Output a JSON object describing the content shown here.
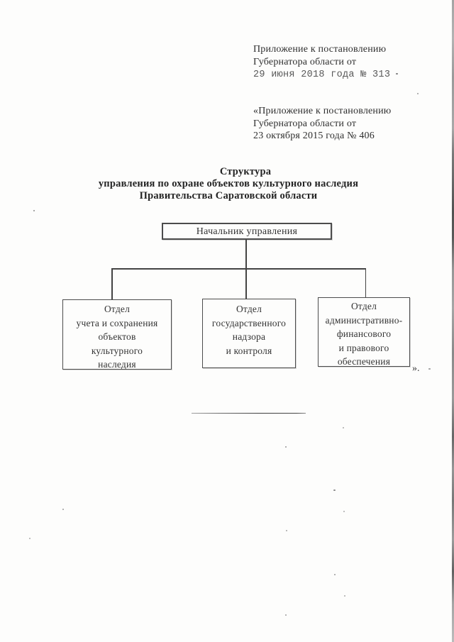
{
  "document": {
    "annotation_2018": {
      "line1": "Приложение к постановлению",
      "line2": "Губернатора области от",
      "line3": "29 июня 2018 года № 313"
    },
    "annotation_2015": {
      "line1": "«Приложение к постановлению",
      "line2": "Губернатора области от",
      "line3": "23 октября 2015 года № 406"
    },
    "title": {
      "line1": "Структура",
      "line2": "управления по охране объектов культурного наследия",
      "line3": "Правительства Саратовской области"
    },
    "closing_mark": "»."
  },
  "org_chart": {
    "root": {
      "label": "Начальник управления"
    },
    "departments": [
      {
        "name": "Отдел учета и сохранения объектов культурного наследия",
        "lines": [
          "Отдел",
          "учета и сохранения",
          "объектов",
          "культурного",
          "наследия"
        ]
      },
      {
        "name": "Отдел государственного надзора и контроля",
        "lines": [
          "Отдел",
          "государственного",
          "надзора",
          "и контроля"
        ]
      },
      {
        "name": "Отдел административно-финансового и правового обеспечения",
        "lines": [
          "Отдел",
          "административно-",
          "финансового",
          "и правового",
          "обеспечения"
        ]
      }
    ]
  },
  "colors": {
    "ink": "#2e2e2e",
    "line": "#434343",
    "paper": "#fdfdfc"
  }
}
